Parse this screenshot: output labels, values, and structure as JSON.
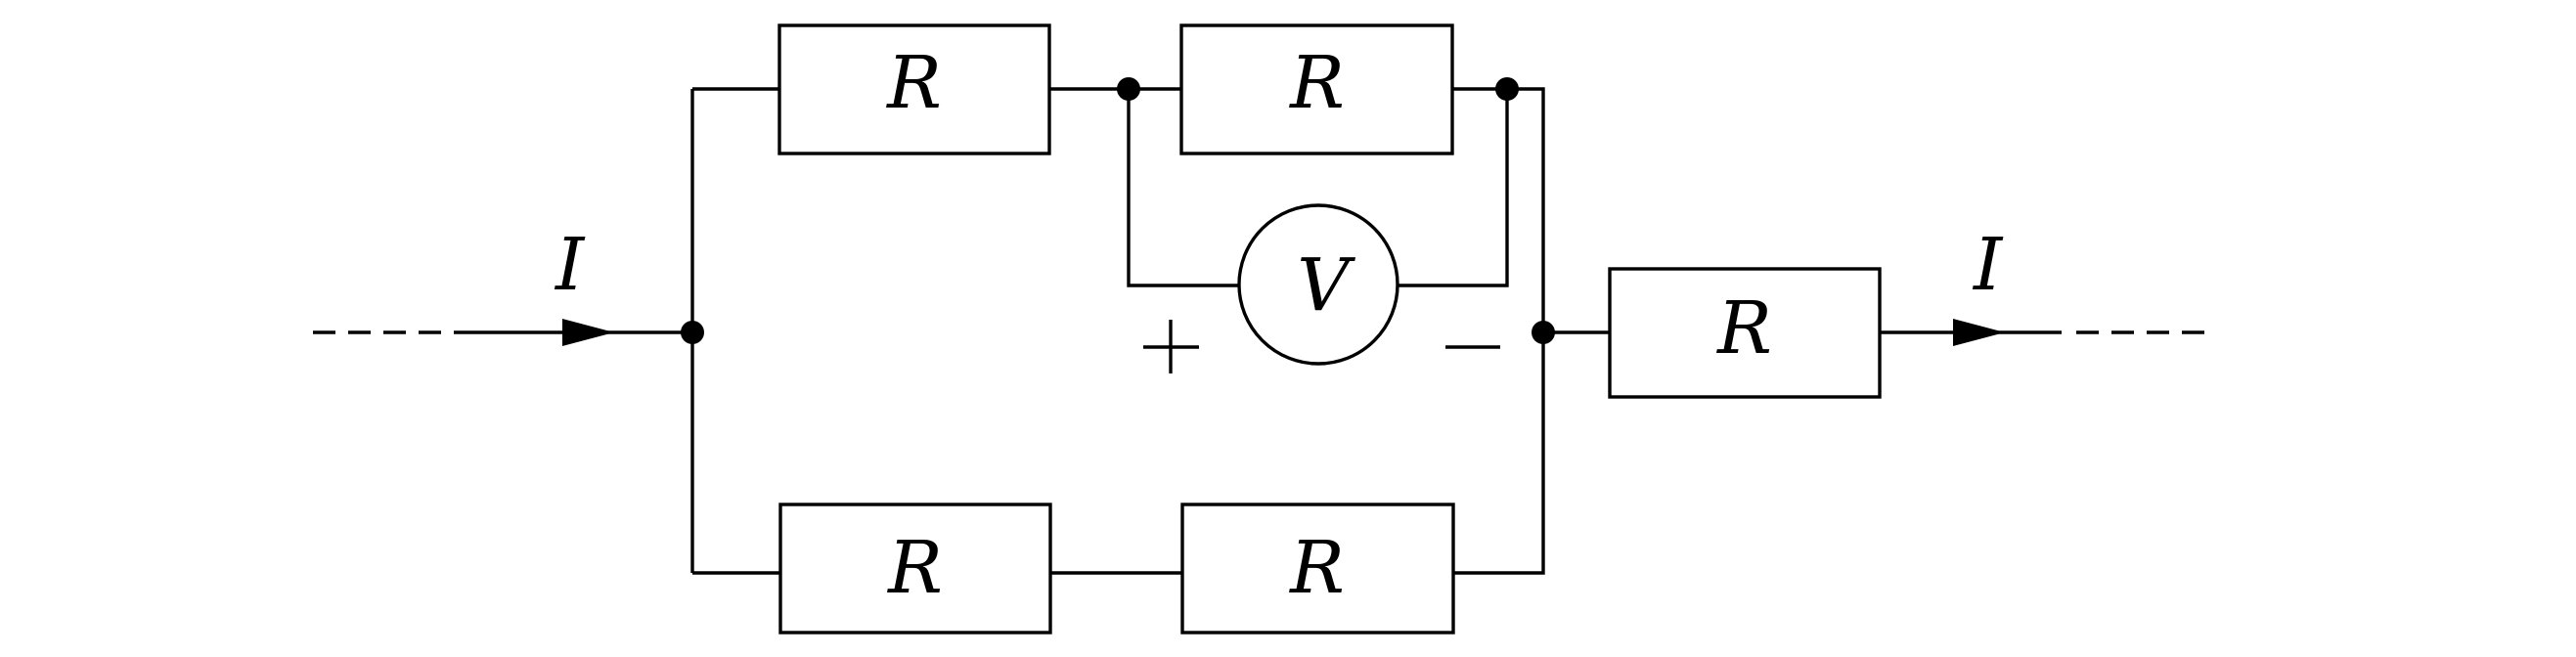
{
  "diagram": {
    "current_in_label": "I",
    "current_out_label": "I",
    "voltmeter_label": "V",
    "voltmeter_plus": "+",
    "voltmeter_minus": "−",
    "resistors": [
      {
        "label": "R"
      },
      {
        "label": "R"
      },
      {
        "label": "R"
      },
      {
        "label": "R"
      },
      {
        "label": "R"
      }
    ]
  }
}
